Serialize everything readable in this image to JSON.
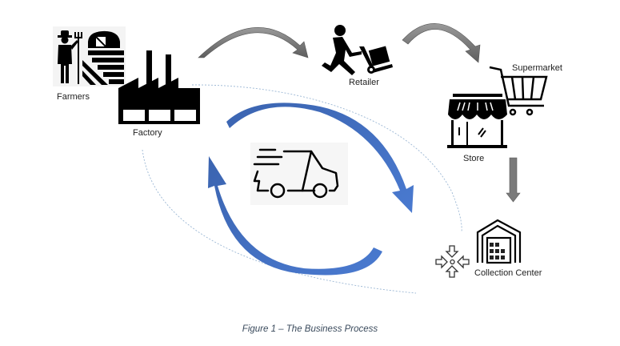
{
  "diagram": {
    "nodes": [
      {
        "id": "farmers",
        "label": "Farmers",
        "icon": "farmer-barn-icon"
      },
      {
        "id": "factory",
        "label": "Factory",
        "icon": "factory-icon"
      },
      {
        "id": "retailer",
        "label": "Retailer",
        "icon": "hand-truck-worker-icon"
      },
      {
        "id": "supermarket",
        "label": "Supermarket",
        "icon": "shopping-cart-icon"
      },
      {
        "id": "store",
        "label": "Store",
        "icon": "storefront-icon"
      },
      {
        "id": "collection",
        "label": "Collection Center",
        "icon": "warehouse-icon"
      }
    ],
    "center_icon": "delivery-truck-icon",
    "flows": [
      {
        "from": "factory",
        "to": "retailer",
        "style": "gray-curved-arrow"
      },
      {
        "from": "retailer",
        "to": "supermarket",
        "style": "gray-curved-arrow"
      },
      {
        "from": "store",
        "to": "collection",
        "style": "gray-down-arrow"
      },
      {
        "from": "cycle",
        "to": "cycle",
        "style": "blue-circular-arrows"
      }
    ],
    "colors": {
      "cycle_arrow": "#4472c4",
      "flow_arrow": "#7f7f7f",
      "dashed_ellipse": "#9bb7d4",
      "caption": "#3a4a5c"
    }
  },
  "caption": "Figure 1 – The Business Process"
}
